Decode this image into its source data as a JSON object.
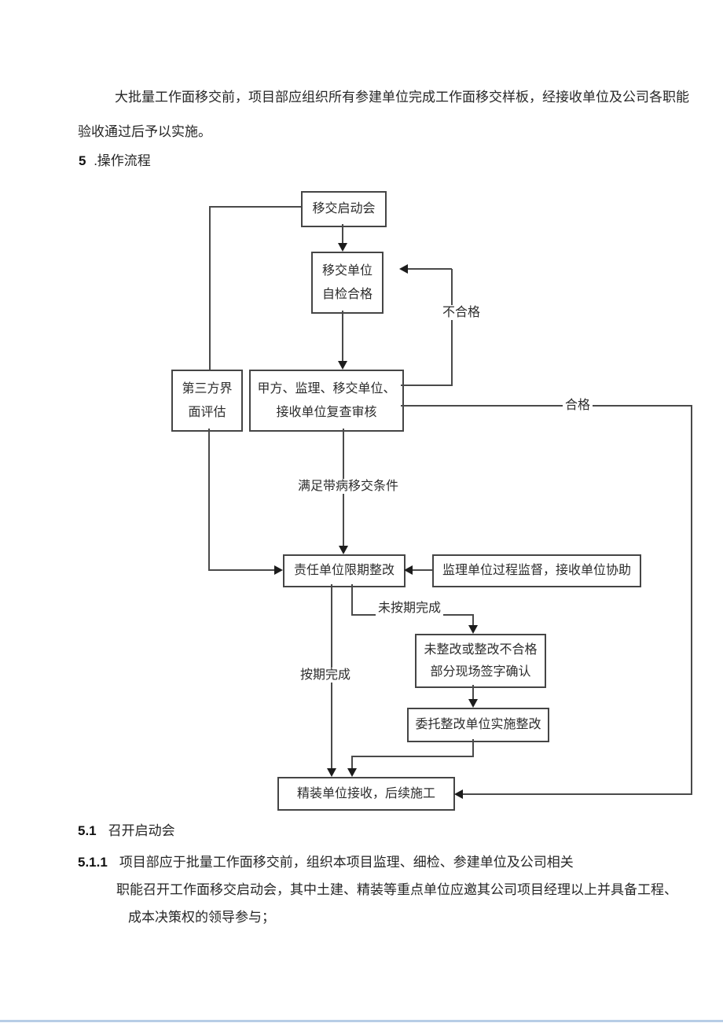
{
  "doc": {
    "intro_line1": "大批量工作面移交前，项目部应组织所有参建单位完成工作面移交样板，经接收单位及公司各职能",
    "intro_line2": "验收通过后予以实施。",
    "h5_num": "5",
    "h5_title": ".操作流程",
    "s51_num": "5.1",
    "s51_title": "召开启动会",
    "s511_num": "5.1.1",
    "s511_line1": "项目部应于批量工作面移交前，组织本项目监理、细检、参建单位及公司相关",
    "s511_line2": "职能召开工作面移交启动会，其中土建、精装等重点单位应邀其公司项目经理以上并具备工程、",
    "s511_line3": "成本决策权的领导参与；"
  },
  "flowchart": {
    "nodes": {
      "kickoff": "移交启动会",
      "selfcheck": [
        "移交单位",
        "自检合格"
      ],
      "review": [
        "甲方、监理、移交单位、",
        "接收单位复查审核"
      ],
      "thirdparty": [
        "第三方界",
        "面评估"
      ],
      "rectify": "责任单位限期整改",
      "supervise": "监理单位过程监督，接收单位协助",
      "unrectified": [
        "未整改或整改不合格",
        "部分现场签字确认"
      ],
      "delegate": "委托整改单位实施整改",
      "handover": "精装单位接收，后续施工"
    },
    "labels": {
      "unqualified": "不合格",
      "qualified": "合格",
      "condition": "满足带病移交条件",
      "not_on_time": "未按期完成",
      "on_time": "按期完成"
    },
    "line_color": "#4a4a4a"
  }
}
